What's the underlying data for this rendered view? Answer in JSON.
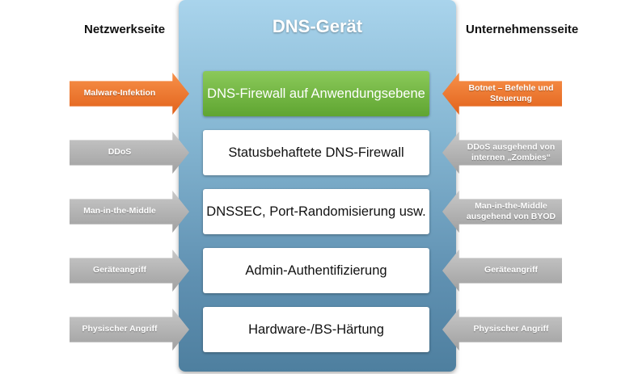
{
  "left_title": "Netzwerkseite",
  "right_title": "Unternehmensseite",
  "device_title": "DNS-Gerät",
  "layers": [
    {
      "label": "DNS-Firewall auf Anwendungsebene",
      "highlight": true
    },
    {
      "label": "Statusbehaftete DNS-Firewall",
      "highlight": false
    },
    {
      "label": "DNSSEC, Port-Randomisierung usw.",
      "highlight": false
    },
    {
      "label": "Admin-Authentifizierung",
      "highlight": false
    },
    {
      "label": "Hardware-/BS-Härtung",
      "highlight": false
    }
  ],
  "left_threats": [
    {
      "label": "Malware-Infektion",
      "color": "orange"
    },
    {
      "label": "DDoS",
      "color": "grey"
    },
    {
      "label": "Man-in-the-Middle",
      "color": "grey"
    },
    {
      "label": "Geräteangriff",
      "color": "grey"
    },
    {
      "label": "Physischer Angriff",
      "color": "grey"
    }
  ],
  "right_threats": [
    {
      "label": "Botnet – Befehle und Steuerung",
      "color": "orange"
    },
    {
      "label": "DDoS ausgehend von internen „Zombies“",
      "color": "grey"
    },
    {
      "label": "Man-in-the-Middle ausgehend von BYOD",
      "color": "grey"
    },
    {
      "label": "Geräteangriff",
      "color": "grey"
    },
    {
      "label": "Physischer Angriff",
      "color": "grey"
    }
  ],
  "colors": {
    "orange": "#e96d24",
    "grey": "#b0b0b0",
    "green": "#6cb23a",
    "device": "#6e9fc0"
  }
}
